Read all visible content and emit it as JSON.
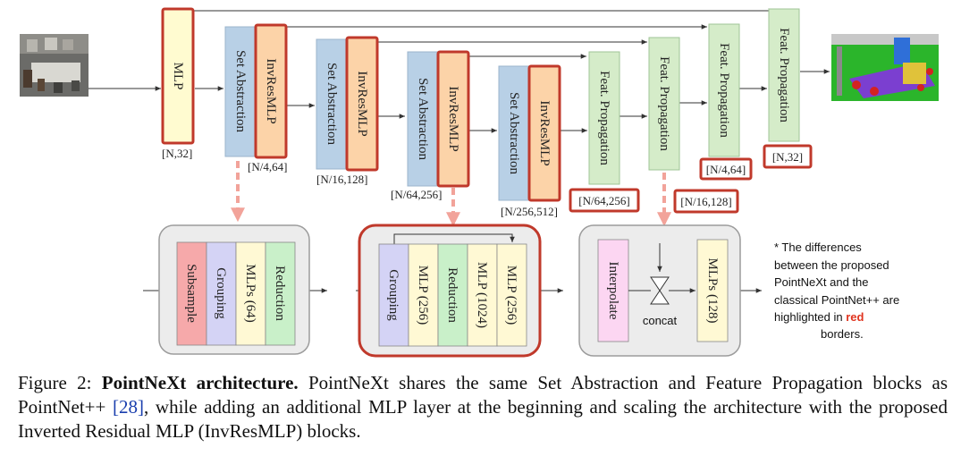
{
  "blocks": {
    "mlp": "MLP",
    "sa": "Set Abstraction",
    "inv": "InvResMLP",
    "fp": "Feat. Propagation"
  },
  "shapes": {
    "s1": "[N,32]",
    "s2": "[N/4,64]",
    "s3": "[N/16,128]",
    "s4": "[N/64,256]",
    "s5": "[N/256,512]",
    "f1": "[N/64,256]",
    "f2": "[N/16,128]",
    "f3": "[N/4,64]",
    "f4": "[N,32]"
  },
  "sa_detail": [
    "Subsample",
    "Grouping",
    "MLPs (64)",
    "Reduction"
  ],
  "inv_detail": [
    "Grouping",
    "MLP (256)",
    "Reduction",
    "MLP (1024)",
    "MLP (256)"
  ],
  "fp_detail": {
    "interpolate": "Interpolate",
    "concat": "concat",
    "mlps": "MLPs (128)"
  },
  "note": {
    "lines": [
      "* The differences",
      "between the proposed",
      "PointNeXt and the",
      "classical PointNet++ are",
      "highlighted in"
    ],
    "red_word": "red",
    "last": "borders."
  },
  "caption": {
    "prefix": "Figure 2: ",
    "bold": "PointNeXt architecture.",
    "text1": " PointNeXt shares the same Set Abstraction and Feature Propagation blocks as PointNet++ ",
    "ref": "[28]",
    "text2": ", while adding an additional MLP layer at the beginning and scaling the architecture with the proposed Inverted Residual MLP (InvResMLP) blocks."
  },
  "colors": {
    "red_border": "#c0392b",
    "mlp": "#fffbd0",
    "sa": "#b8d0e6",
    "inv": "#fcd3a8",
    "fp": "#d5ecc9",
    "subsample": "#f6a9aa",
    "grouping": "#d4d3f5",
    "yellow": "#fff9d4",
    "green": "#c9f0c9",
    "pink": "#fcd6f2",
    "panel": "#ececec"
  }
}
